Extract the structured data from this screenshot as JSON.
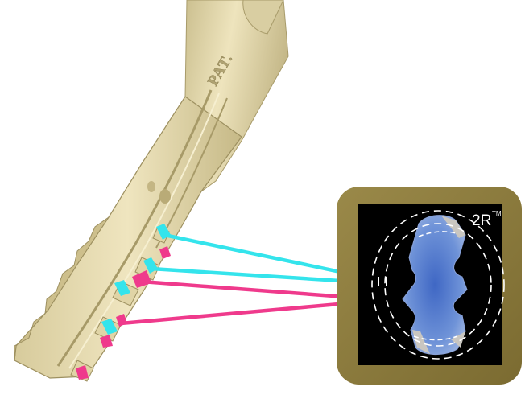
{
  "key": {
    "stamp_text": "PAT."
  },
  "profile_badge": {
    "brand": "2R",
    "trademark": "TM"
  },
  "colors": {
    "key_brass": "#e8ddb0",
    "key_shadow": "#b3a678",
    "callout_cyan": "#34e4ec",
    "callout_magenta": "#ef3a8c",
    "badge_frame": "#8d7c3e",
    "badge_background": "#000000",
    "profile_blue": "#5f86d0",
    "profile_dashed_circle": "#ffffff"
  }
}
